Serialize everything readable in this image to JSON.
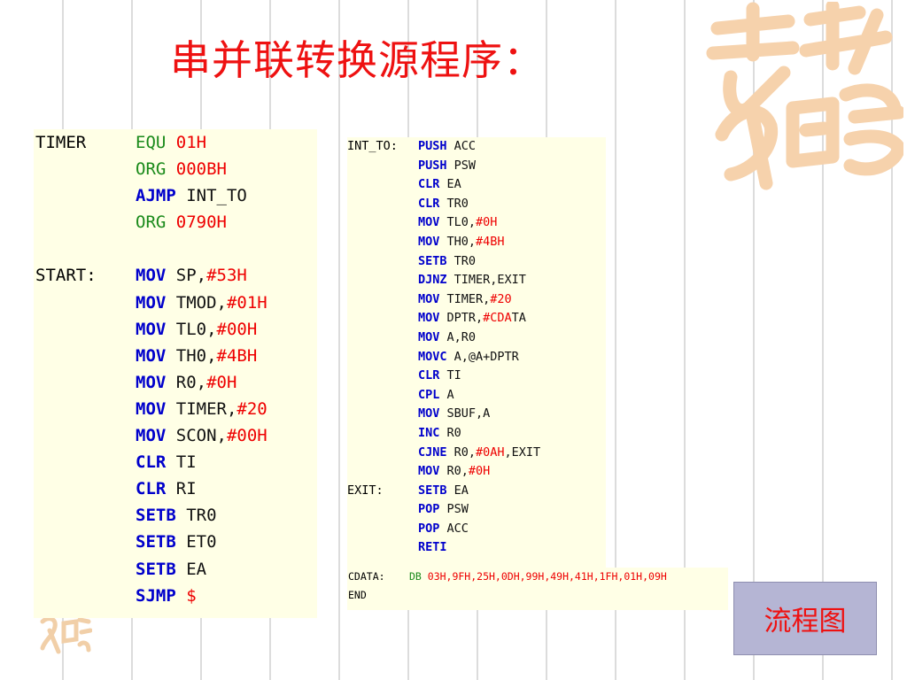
{
  "title": "串并联转换源程序：",
  "colors": {
    "title": "#ee1111",
    "opcode": "#0000cc",
    "directive": "#1a8a1a",
    "immediate": "#ee0000",
    "panel": "#ffffe6",
    "button": "#b5b5d4"
  },
  "left_code": [
    {
      "label": "TIMER",
      "op": "EQU",
      "op_style": "green",
      "args": [
        {
          "t": "01H",
          "c": "red"
        }
      ]
    },
    {
      "label": "",
      "op": "ORG",
      "op_style": "green",
      "args": [
        {
          "t": "000BH",
          "c": "red"
        }
      ]
    },
    {
      "label": "",
      "op": "AJMP",
      "op_style": "blue",
      "args": [
        {
          "t": "INT_TO",
          "c": "black"
        }
      ]
    },
    {
      "label": "",
      "op": "ORG",
      "op_style": "green",
      "args": [
        {
          "t": "0790H",
          "c": "red"
        }
      ]
    },
    {
      "label": "",
      "op": "",
      "op_style": "blue",
      "args": []
    },
    {
      "label": "START:",
      "op": "MOV",
      "op_style": "blue",
      "args": [
        {
          "t": "SP,",
          "c": "black"
        },
        {
          "t": "#53H",
          "c": "red"
        }
      ]
    },
    {
      "label": "",
      "op": "MOV",
      "op_style": "blue",
      "args": [
        {
          "t": "TMOD,",
          "c": "black"
        },
        {
          "t": "#01H",
          "c": "red"
        }
      ]
    },
    {
      "label": "",
      "op": "MOV",
      "op_style": "blue",
      "args": [
        {
          "t": "TL0,",
          "c": "black"
        },
        {
          "t": "#00H",
          "c": "red"
        }
      ]
    },
    {
      "label": "",
      "op": "MOV",
      "op_style": "blue",
      "args": [
        {
          "t": "TH0,",
          "c": "black"
        },
        {
          "t": "#4BH",
          "c": "red"
        }
      ]
    },
    {
      "label": "",
      "op": "MOV",
      "op_style": "blue",
      "args": [
        {
          "t": "R0,",
          "c": "black"
        },
        {
          "t": "#0H",
          "c": "red"
        }
      ]
    },
    {
      "label": "",
      "op": "MOV",
      "op_style": "blue",
      "args": [
        {
          "t": "TIMER,",
          "c": "black"
        },
        {
          "t": "#20",
          "c": "red"
        }
      ]
    },
    {
      "label": "",
      "op": "MOV",
      "op_style": "blue",
      "args": [
        {
          "t": "SCON,",
          "c": "black"
        },
        {
          "t": "#00H",
          "c": "red"
        }
      ]
    },
    {
      "label": "",
      "op": "CLR",
      "op_style": "blue",
      "args": [
        {
          "t": "TI",
          "c": "black"
        }
      ]
    },
    {
      "label": "",
      "op": "CLR",
      "op_style": "blue",
      "args": [
        {
          "t": "RI",
          "c": "black"
        }
      ]
    },
    {
      "label": "",
      "op": "SETB",
      "op_style": "blue",
      "args": [
        {
          "t": "TR0",
          "c": "black"
        }
      ]
    },
    {
      "label": "",
      "op": "SETB",
      "op_style": "blue",
      "args": [
        {
          "t": "ET0",
          "c": "black"
        }
      ]
    },
    {
      "label": "",
      "op": "SETB",
      "op_style": "blue",
      "args": [
        {
          "t": "EA",
          "c": "black"
        }
      ]
    },
    {
      "label": "",
      "op": "SJMP",
      "op_style": "blue",
      "args": [
        {
          "t": "$",
          "c": "red"
        }
      ]
    }
  ],
  "right_code": [
    {
      "label": "INT_TO:",
      "op": "PUSH",
      "op_style": "blue",
      "args": [
        {
          "t": "ACC",
          "c": "black"
        }
      ]
    },
    {
      "label": "",
      "op": "PUSH",
      "op_style": "blue",
      "args": [
        {
          "t": "PSW",
          "c": "black"
        }
      ]
    },
    {
      "label": "",
      "op": "CLR",
      "op_style": "blue",
      "args": [
        {
          "t": "EA",
          "c": "black"
        }
      ]
    },
    {
      "label": "",
      "op": "CLR",
      "op_style": "blue",
      "args": [
        {
          "t": "TR0",
          "c": "black"
        }
      ]
    },
    {
      "label": "",
      "op": "MOV",
      "op_style": "blue",
      "args": [
        {
          "t": "TL0,",
          "c": "black"
        },
        {
          "t": "#0H",
          "c": "red"
        }
      ]
    },
    {
      "label": "",
      "op": "MOV",
      "op_style": "blue",
      "args": [
        {
          "t": "TH0,",
          "c": "black"
        },
        {
          "t": "#4BH",
          "c": "red"
        }
      ]
    },
    {
      "label": "",
      "op": "SETB",
      "op_style": "blue",
      "args": [
        {
          "t": "TR0",
          "c": "black"
        }
      ]
    },
    {
      "label": "",
      "op": "DJNZ",
      "op_style": "blue",
      "args": [
        {
          "t": "TIMER,EXIT",
          "c": "black"
        }
      ]
    },
    {
      "label": "",
      "op": "MOV",
      "op_style": "blue",
      "args": [
        {
          "t": "TIMER,",
          "c": "black"
        },
        {
          "t": "#20",
          "c": "red"
        }
      ]
    },
    {
      "label": "",
      "op": "MOV",
      "op_style": "blue",
      "args": [
        {
          "t": "DPTR,",
          "c": "black"
        },
        {
          "t": "#CDA",
          "c": "red"
        },
        {
          "t": "TA",
          "c": "black"
        }
      ]
    },
    {
      "label": "",
      "op": "MOV",
      "op_style": "blue",
      "args": [
        {
          "t": "A,R0",
          "c": "black"
        }
      ]
    },
    {
      "label": "",
      "op": "MOVC",
      "op_style": "blue",
      "args": [
        {
          "t": "A,@A+DPTR",
          "c": "black"
        }
      ]
    },
    {
      "label": "",
      "op": "CLR",
      "op_style": "blue",
      "args": [
        {
          "t": "TI",
          "c": "black"
        }
      ]
    },
    {
      "label": "",
      "op": "CPL",
      "op_style": "blue",
      "args": [
        {
          "t": "A",
          "c": "black"
        }
      ]
    },
    {
      "label": "",
      "op": "MOV",
      "op_style": "blue",
      "args": [
        {
          "t": "SBUF,A",
          "c": "black"
        }
      ]
    },
    {
      "label": "",
      "op": "INC",
      "op_style": "blue",
      "args": [
        {
          "t": "R0",
          "c": "black"
        }
      ]
    },
    {
      "label": "",
      "op": "CJNE",
      "op_style": "blue",
      "args": [
        {
          "t": "R0,",
          "c": "black"
        },
        {
          "t": "#0AH",
          "c": "red"
        },
        {
          "t": ",EXIT",
          "c": "black"
        }
      ]
    },
    {
      "label": "",
      "op": "MOV",
      "op_style": "blue",
      "args": [
        {
          "t": "R0,",
          "c": "black"
        },
        {
          "t": "#0H",
          "c": "red"
        }
      ]
    },
    {
      "label": "EXIT:",
      "op": "SETB",
      "op_style": "blue",
      "args": [
        {
          "t": "EA",
          "c": "black"
        }
      ]
    },
    {
      "label": "",
      "op": "POP",
      "op_style": "blue",
      "args": [
        {
          "t": "PSW",
          "c": "black"
        }
      ]
    },
    {
      "label": "",
      "op": "POP",
      "op_style": "blue",
      "args": [
        {
          "t": "ACC",
          "c": "black"
        }
      ]
    },
    {
      "label": "",
      "op": "RETI",
      "op_style": "blue",
      "args": []
    }
  ],
  "bottom_code": [
    {
      "label": "CDATA:",
      "op": "DB",
      "op_style": "green",
      "args": [
        {
          "t": "03H,9FH,25H,0DH,99H,49H,41H,1FH,01H,09H",
          "c": "red"
        }
      ]
    },
    {
      "label": "END",
      "op": "",
      "op_style": "green",
      "args": []
    }
  ],
  "flow_button": "流程图",
  "decor": {
    "large": "auspicious-calligraphy-icon",
    "small": "small-calligraphy-seal-icon"
  }
}
